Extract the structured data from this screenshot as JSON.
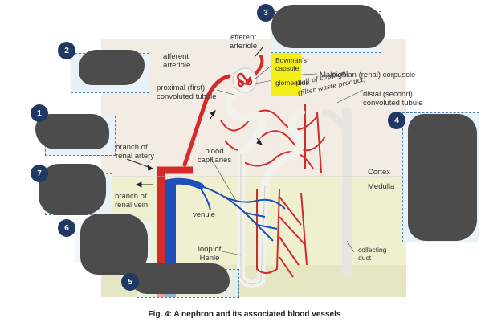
{
  "labels": {
    "efferent_arteriole": "efferent\narteriole",
    "afferent_arteriole": "afferent\narteriole",
    "bowmans_capsule": "Bowman's\ncapsule",
    "glomerulus": "glomerulus",
    "malpighian": "Malpighian (renal) corpuscle",
    "distal": "distal (second)\nconvoluted tubule",
    "proximal": "proximal (first)\nconvoluted tubule",
    "blood_capillaries": "blood\ncapillaries",
    "branch_renal_artery": "branch of\nrenal artery",
    "branch_renal_vein": "branch of\nrenal vein",
    "cortex": "Cortex",
    "medulla": "Medulla",
    "venule": "venule",
    "loop_of_henle": "loop of\nHenle",
    "collecting_duct": "collecting\nduct"
  },
  "handwriting": {
    "line1": "(ball of capillary",
    "line2": "(filter waste product)"
  },
  "badges": [
    "1",
    "2",
    "3",
    "4",
    "5",
    "6",
    "7"
  ],
  "caption": "Fig. 4: A nephron and its associated blood vessels",
  "colors": {
    "artery_red": "#d42a2a",
    "vein_blue": "#1f4fb8",
    "tubule_white": "#f2f1ec",
    "cortex_bg": "#f3ece4",
    "medulla_bg": "#eef0cf",
    "badge_navy": "#1f3864",
    "highlight_yellow": "#f4ee1a"
  }
}
